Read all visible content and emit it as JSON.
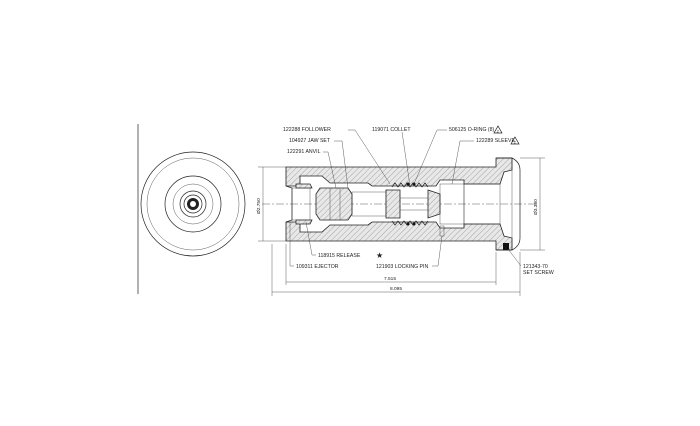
{
  "drawing": {
    "callouts": {
      "follower": "122288 FOLLOWER",
      "collet": "119071 COLLET",
      "jaw_set": "104927 JAW SET",
      "anvil": "122291 ANVIL",
      "oring": "506125 O-RING (8)",
      "sleeve": "122289 SLEEVE",
      "release": "118915 RELEASE",
      "ejector": "109311 EJECTOR",
      "locking_pin": "121903 LOCKING PIN",
      "set_screw_line1": "121343-70",
      "set_screw_line2": "SET SCREW"
    },
    "dimensions": {
      "left_diameter": "Ø2.750",
      "right_diameter": "Ø3.380",
      "length_inner": "7.515",
      "length_overall": "8.095"
    },
    "note_symbols": {
      "warning_oring": "2",
      "warning_sleeve": "2",
      "star": "★"
    }
  }
}
